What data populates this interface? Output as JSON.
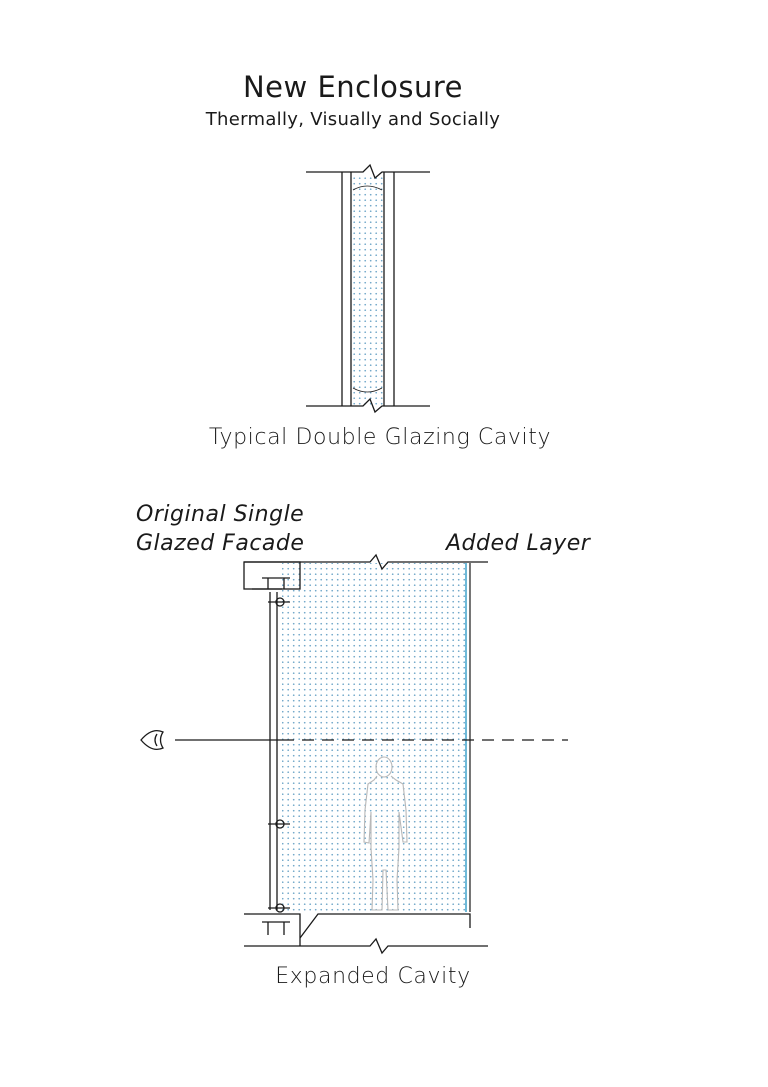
{
  "header": {
    "title": "New Enclosure",
    "subtitle": "Thermally, Visually and Socially"
  },
  "diagram_top": {
    "caption": "Typical Double Glazing Cavity"
  },
  "diagram_bottom": {
    "label_original_line1": "Original Single",
    "label_original_line2": "Glazed Facade",
    "label_added": "Added Layer",
    "caption": "Expanded Cavity"
  },
  "colors": {
    "line": "#1a1a1a",
    "cavity_dots": "#6fa6c8",
    "added_layer": "#4ba8cf",
    "figure_outline": "#b8b8b8"
  },
  "icons": [
    "eye-icon",
    "human-figure-icon",
    "break-line-symbol"
  ]
}
